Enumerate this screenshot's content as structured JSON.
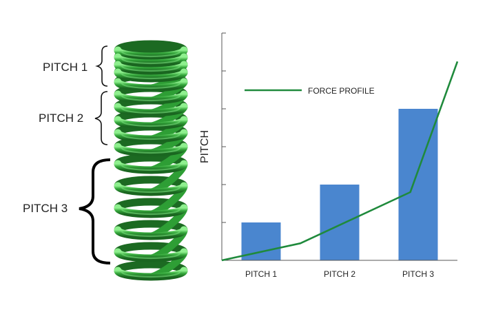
{
  "spring": {
    "labels": [
      "PITCH 1",
      "PITCH 2",
      "PITCH 3"
    ],
    "coil_color": "#2e9e35",
    "coil_highlight": "#7be07f",
    "coil_shadow": "#1c6a22"
  },
  "chart_data": {
    "type": "bar",
    "categories": [
      "PITCH 1",
      "PITCH 2",
      "PITCH 3"
    ],
    "values": [
      2,
      4,
      8
    ],
    "ylabel": "PITCH",
    "xlabel": "",
    "ylim": [
      0,
      12
    ],
    "grid": false,
    "bar_color": "#4a86cf",
    "line": {
      "name": "FORCE PROFILE",
      "color": "#1f8a3c",
      "x": [
        0,
        1.0,
        2.4,
        3.0
      ],
      "y": [
        0,
        0.9,
        3.6,
        10.5
      ]
    },
    "legend_position": "top-left"
  }
}
